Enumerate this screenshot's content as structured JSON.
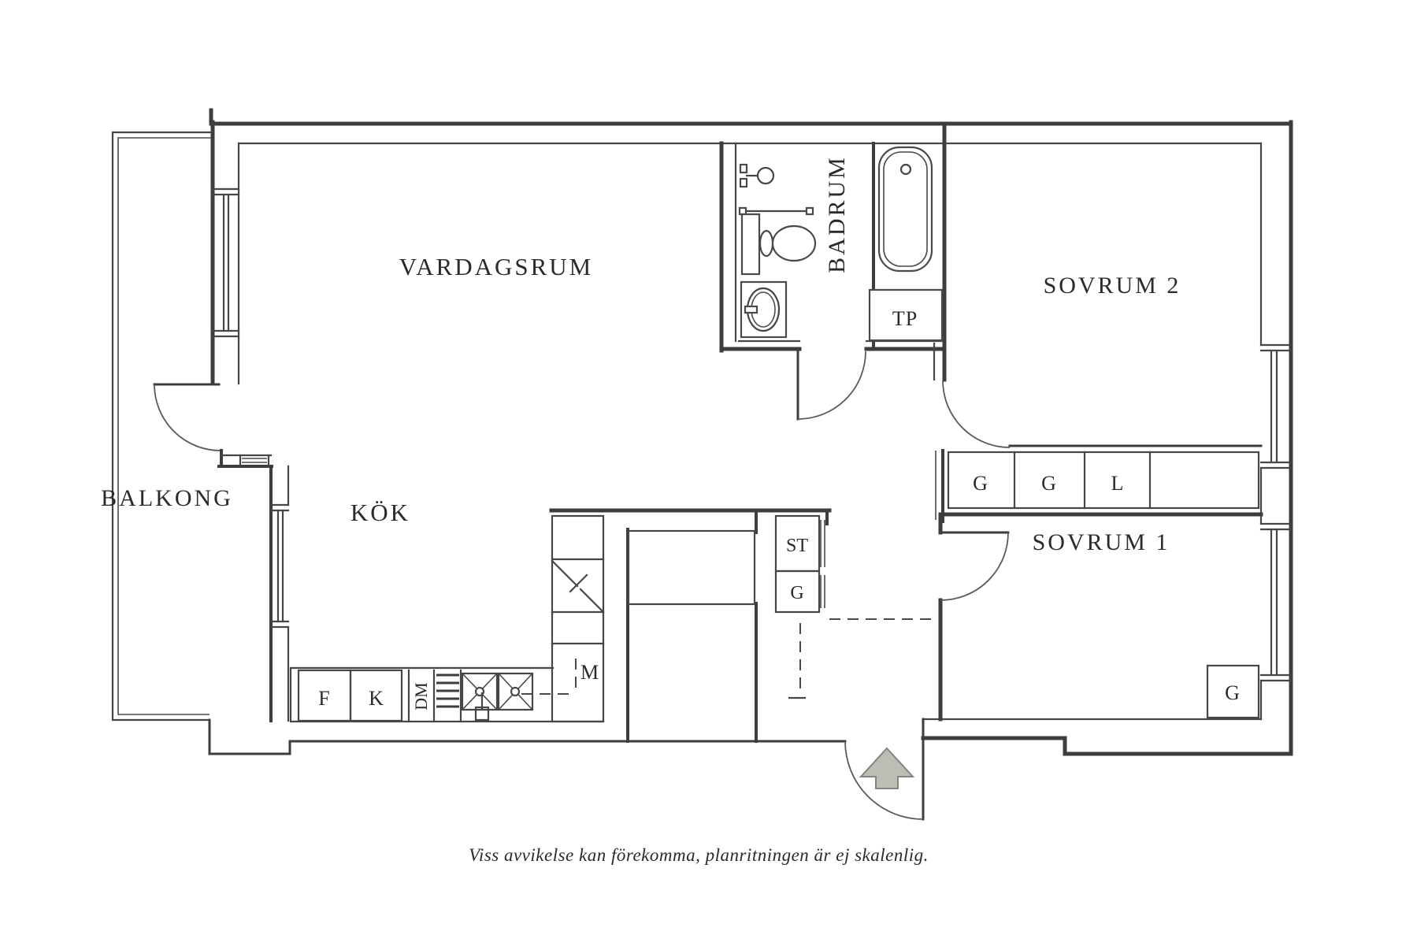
{
  "floor_plan": {
    "caption": "Viss avvikelse kan förekomma, planritningen är ej skalenlig.",
    "rooms": {
      "living_room": "VARDAGSRUM",
      "balcony": "BALKONG",
      "kitchen": "KÖK",
      "bathroom": "BADRUM",
      "bedroom_2": "SOVRUM 2",
      "bedroom_1": "SOVRUM 1"
    },
    "storage": {
      "bathroom_tp": "TP",
      "bedroom2_row": [
        "G",
        "G",
        "L"
      ],
      "hall_closets": [
        "ST",
        "G"
      ],
      "bedroom1_closet": "G"
    },
    "kitchen_appliances": {
      "f": "F",
      "k": "K",
      "dm": "DM",
      "m": "M"
    },
    "colors": {
      "wall": "#3d3d3d",
      "text": "#2a2a2a",
      "arrow_fill": "#bdbdb6",
      "arrow_stroke": "#84847e",
      "background": "#ffffff"
    }
  }
}
